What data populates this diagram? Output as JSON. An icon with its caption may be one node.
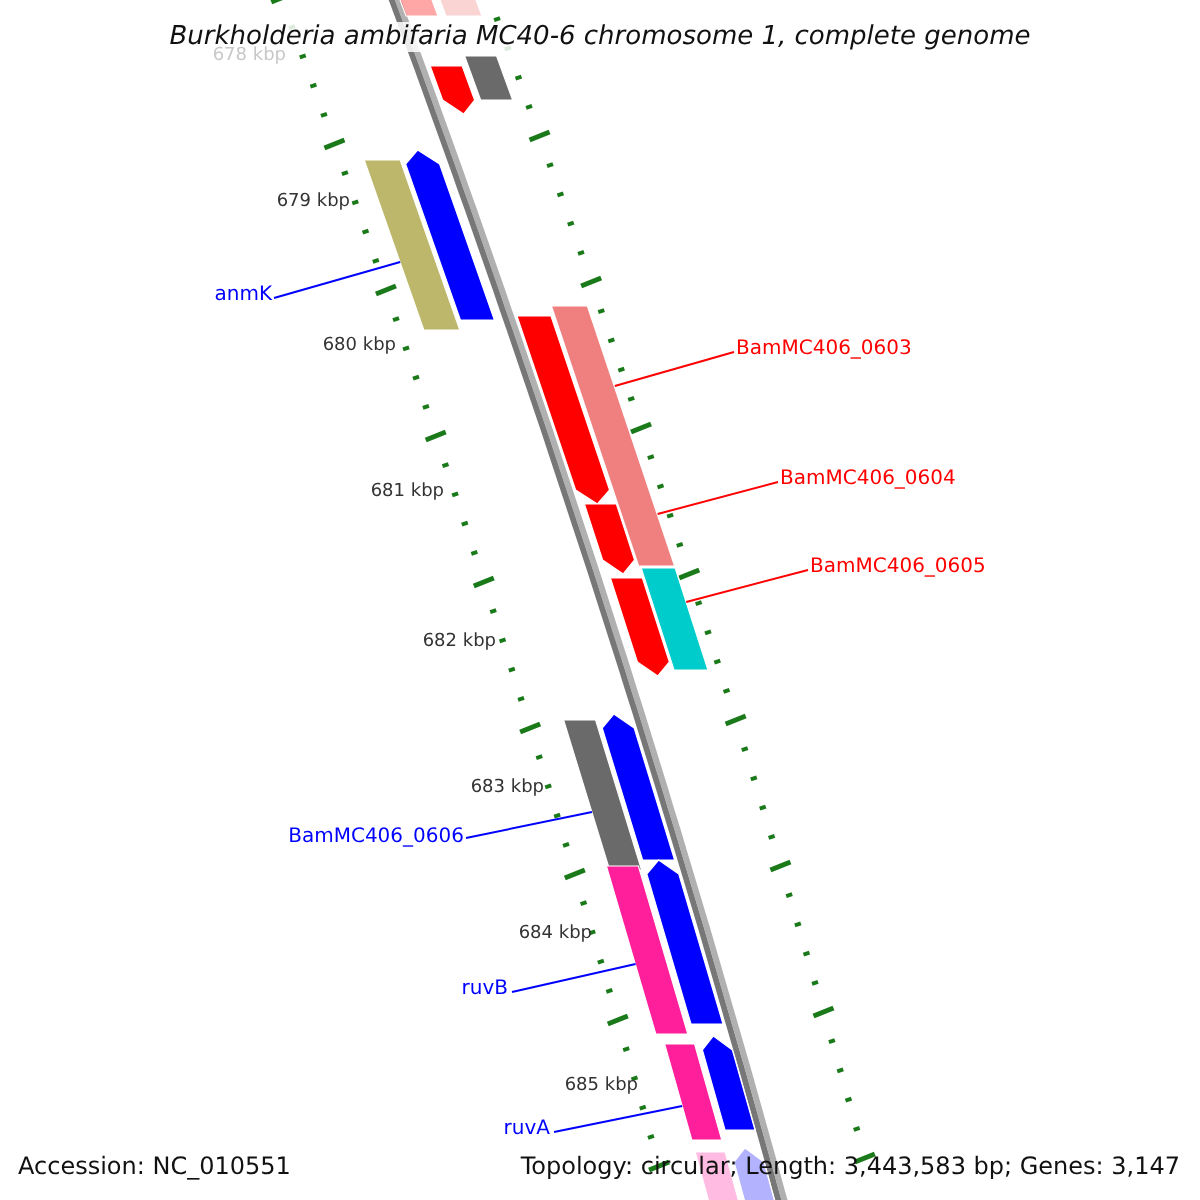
{
  "diagram": {
    "title": "Burkholderia ambifaria MC40-6 chromosome 1, complete genome",
    "nodes": [
      {
        "text": [],
        "shape": "bar"
      },
      {
        "text": [],
        "shape": "bar"
      },
      {
        "text": [],
        "shape": "bar"
      },
      {
        "text": [],
        "shape": "arrow"
      },
      {
        "text": [],
        "shape": "bar"
      },
      {
        "text": [],
        "shape": "arrow"
      },
      {
        "text": [
          "anmK"
        ]
      },
      {
        "text": [],
        "shape": "bar"
      },
      {
        "text": [],
        "shape": "arrow"
      },
      {
        "text": [
          "BamMC406_0603"
        ]
      },
      {
        "text": [
          "BamMC406_0604"
        ]
      },
      {
        "text": [],
        "shape": "arrow"
      },
      {
        "text": [],
        "shape": "bar"
      },
      {
        "text": [],
        "shape": "arrow"
      },
      {
        "text": [
          "BamMC406_0605"
        ]
      },
      {
        "text": [],
        "shape": "arrow"
      },
      {
        "text": [],
        "shape": "bar"
      },
      {
        "text": [
          "BamMC406_0606"
        ]
      },
      {
        "text": [],
        "shape": "bar"
      },
      {
        "text": [],
        "shape": "arrow"
      },
      {
        "text": [
          "ruvB"
        ]
      },
      {
        "text": [],
        "shape": "arrow"
      },
      {
        "text": [],
        "shape": "bar"
      },
      {
        "text": [
          "ruvA"
        ]
      },
      {
        "text": [],
        "shape": "bar"
      },
      {
        "text": [],
        "shape": "arrow"
      }
    ],
    "edges": [
      {
        "from": 6,
        "to": 4,
        "arrow": "none"
      },
      {
        "from": 9,
        "to": 7,
        "arrow": "none",
        "color": "#ff0000"
      },
      {
        "from": 10,
        "to": 7,
        "arrow": "none",
        "color": "#ff0000"
      },
      {
        "from": 14,
        "to": 12,
        "arrow": "none",
        "color": "#ff0000"
      },
      {
        "from": 17,
        "to": 16,
        "arrow": "none"
      },
      {
        "from": 20,
        "to": 18,
        "arrow": "none"
      },
      {
        "from": 23,
        "to": 22,
        "arrow": "none"
      }
    ],
    "labels": [
      "678 kbp",
      "679 kbp",
      "680 kbp",
      "681 kbp",
      "682 kbp",
      "683 kbp",
      "684 kbp",
      "685 kbp",
      "Accession: NC_010551",
      "Topology: circular; Length: 3,443,583 bp; Genes: 3,147"
    ]
  }
}
